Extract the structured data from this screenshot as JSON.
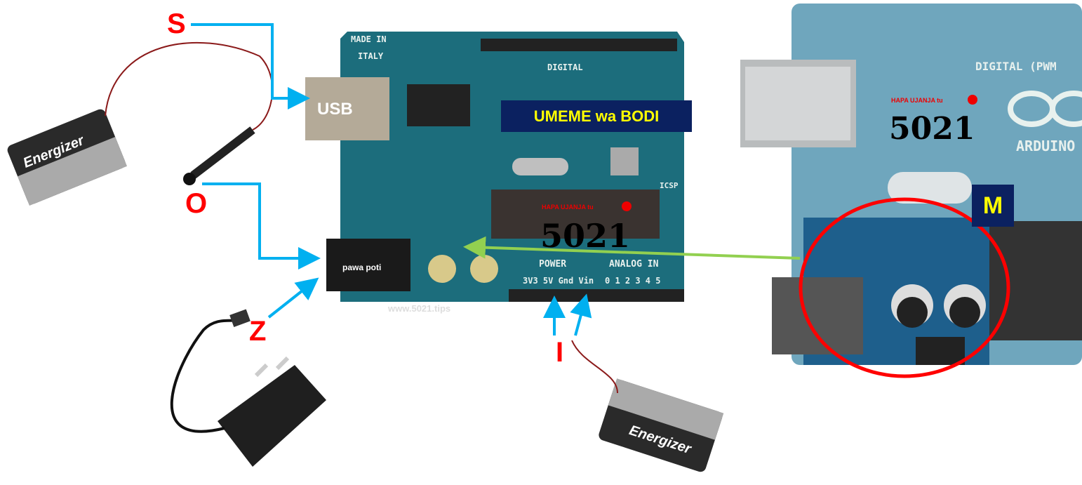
{
  "labels": {
    "s": "S",
    "o": "O",
    "z": "Z",
    "i": "I",
    "m": "M"
  },
  "usb_label": "USB",
  "board_power_label": "UMEME wa BODI",
  "power_jack_label": "pawa poti",
  "watermark": "www.5021.tips",
  "logo": {
    "tagline": "HAPA UJANJA tu",
    "number": "5021"
  },
  "board_silkscreen": {
    "made_in": "MADE IN",
    "country": "ITALY",
    "digital": "DIGITAL",
    "icsp": "ICSP",
    "power": "POWER",
    "power_pins": "3V3 5V Gnd Vin",
    "analog": "ANALOG IN",
    "analog_pins": "0 1 2 3 4 5",
    "right_digital": "DIGITAL (PWM",
    "right_brand": "ARDUINO"
  },
  "battery_brand": "Energizer",
  "colors": {
    "arrow": "#00b0f0",
    "label": "#ff0000",
    "box": "#0b2160",
    "box_text": "#ffff00",
    "highlight": "#ff0000",
    "link": "#92d050"
  }
}
